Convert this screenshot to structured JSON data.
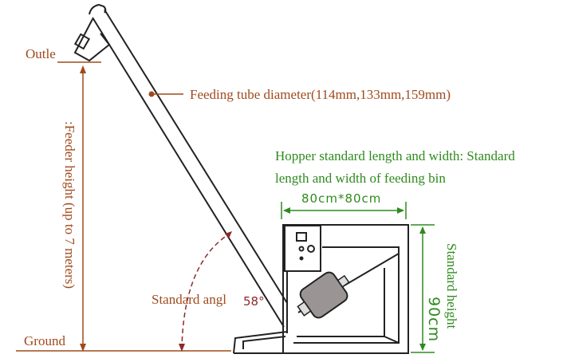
{
  "labels": {
    "outlet": "Outle",
    "ground": "Ground",
    "feeder_height": ":Feeder height (up to 7 meters)",
    "tube_diameter": "Feeding tube diameter(114mm,133mm,159mm)",
    "hopper_line1": "Hopper standard length and width: Standard",
    "hopper_line2": "length and width of feeding bin",
    "hopper_size": "80cm*80cm",
    "standard_height": "Standard height",
    "height_value": "90cm",
    "angle_label": "Standard angl",
    "angle_value": "58°"
  },
  "colors": {
    "dimension_brown": "#a04a1c",
    "dimension_green": "#2f8a1e",
    "angle_red": "#8b2a2a"
  }
}
